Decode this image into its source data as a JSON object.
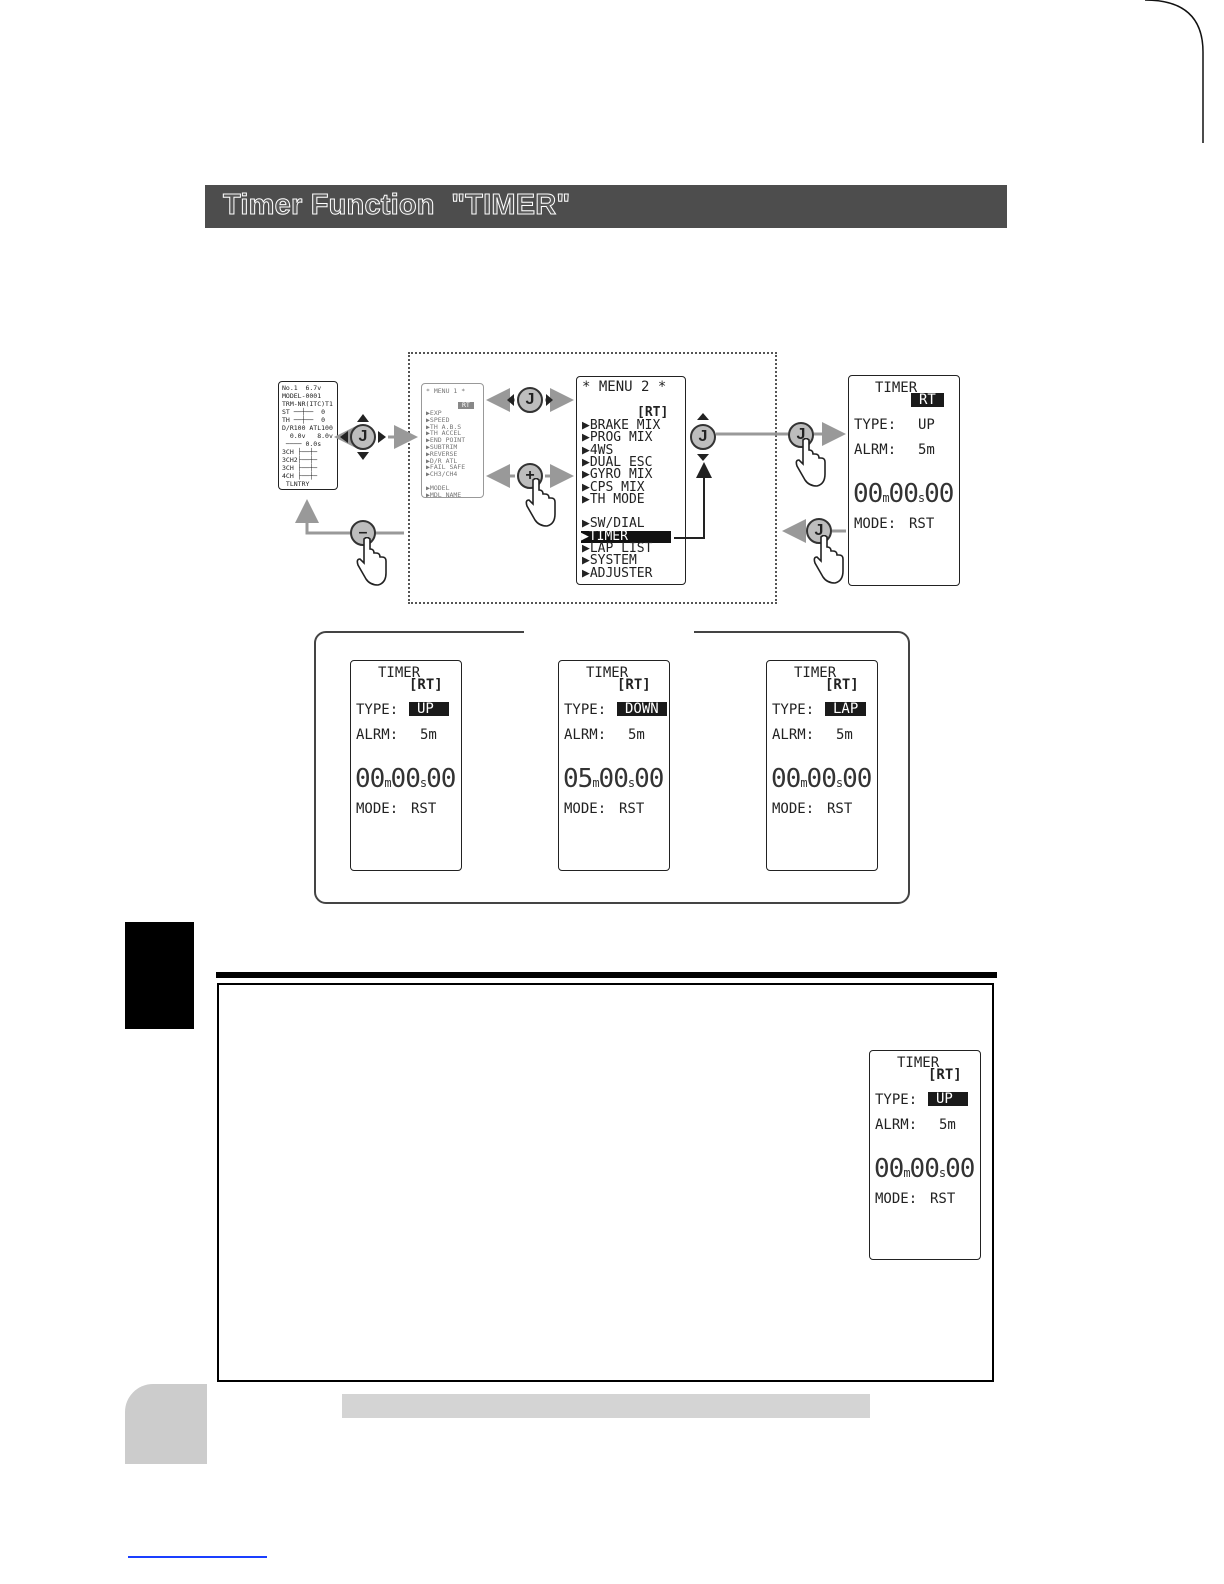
{
  "header": {
    "title": "Timer Function  \"TIMER\""
  },
  "mini_screen": {
    "lines": [
      "No.1  6.7v",
      "MODEL-0001",
      "TRM-NR(ITC)T1",
      "ST ──┼──  0",
      "TH ──┼──  0",
      "D/R100 ATL100",
      "  0.0v   8.0v",
      " ──── 0.0s",
      "3CH ├──┼─",
      "3CH2├──┼─",
      "3CH ├──┼─",
      "4CH ├──┼─",
      " TLNTRY "
    ]
  },
  "menu1_screen": {
    "title": "* MENU 1 *",
    "badge": "RT",
    "items": [
      "▶EXP",
      "▶SPEED",
      "▶TH A.B.S",
      "▶TH ACCEL",
      "▶END POINT",
      "▶SUBTRIM",
      "▶REVERSE",
      "▶D/R ATL",
      "▶FAIL SAFE",
      "▶CH3/CH4",
      "",
      "▶MODEL",
      "▶MDL NAME"
    ]
  },
  "menu2_screen": {
    "title": "* MENU 2 *",
    "badge": "[RT]",
    "items": [
      "▶BRAKE MIX",
      "▶PROG MIX",
      "▶4WS",
      "▶DUAL ESC",
      "▶GYRO MIX",
      "▶CPS MIX",
      "▶TH MODE",
      "",
      "▶SW/DIAL",
      "▶TIMER",
      "▶LAP LIST",
      "▶SYSTEM",
      "▶ADJUSTER"
    ],
    "selected": "▶TIMER"
  },
  "buttons": {
    "joystick": "J",
    "plus": "+",
    "minus": "–"
  },
  "timer_screen": {
    "title": "TIMER",
    "badge": "RT",
    "type_label": "TYPE:",
    "type_value": "UP",
    "alarm_label": "ALRM:",
    "alarm_value": "5m",
    "time_min": "00",
    "time_sec": "00",
    "time_cs": "00",
    "unit_m": "m",
    "unit_s": "s",
    "mode_label": "MODE:",
    "mode_value": "RST"
  },
  "type_screens": [
    {
      "title": "TIMER",
      "badge": "[RT]",
      "type_label": "TYPE:",
      "type_value": "UP",
      "alarm_label": "ALRM:",
      "alarm_value": "5m",
      "time_min": "00",
      "time_sec": "00",
      "time_cs": "00",
      "mode_label": "MODE:",
      "mode_value": "RST"
    },
    {
      "title": "TIMER",
      "badge": "[RT]",
      "type_label": "TYPE:",
      "type_value": "DOWN",
      "alarm_label": "ALRM:",
      "alarm_value": "5m",
      "time_min": "05",
      "time_sec": "00",
      "time_cs": "00",
      "mode_label": "MODE:",
      "mode_value": "RST"
    },
    {
      "title": "TIMER",
      "badge": "[RT]",
      "type_label": "TYPE:",
      "type_value": "LAP",
      "alarm_label": "ALRM:",
      "alarm_value": "5m",
      "time_min": "00",
      "time_sec": "00",
      "time_cs": "00",
      "mode_label": "MODE:",
      "mode_value": "RST"
    }
  ],
  "setting_screen": {
    "title": "TIMER",
    "badge": "[RT]",
    "type_label": "TYPE:",
    "type_value": "UP",
    "alarm_label": "ALRM:",
    "alarm_value": "5m",
    "time_min": "00",
    "time_sec": "00",
    "time_cs": "00",
    "mode_label": "MODE:",
    "mode_value": "RST"
  }
}
